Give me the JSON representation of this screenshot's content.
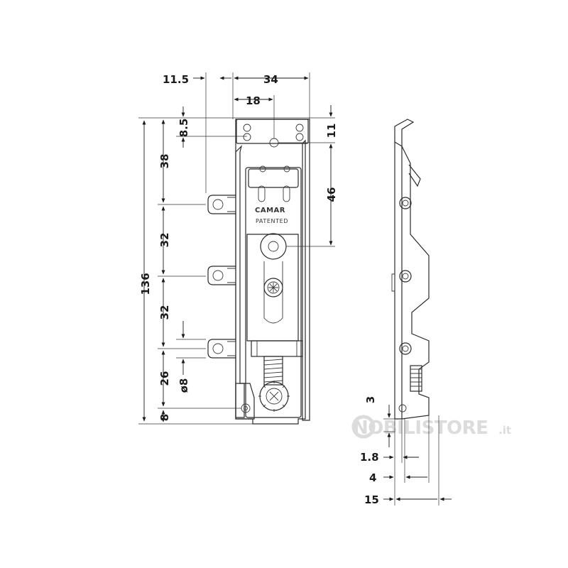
{
  "dimensions": {
    "overall_height": "136",
    "top_offset": "8.5",
    "seg_38": "38",
    "seg_32_upper": "32",
    "seg_32_lower": "32",
    "seg_26": "26",
    "seg_8": "8",
    "hole_dia": "ø8",
    "width_11_5": "11.5",
    "width_34": "34",
    "width_18": "18",
    "right_11": "11",
    "right_46": "46",
    "side_3": "3",
    "side_1_8": "1.8",
    "side_4": "4",
    "side_15": "15"
  },
  "part_labels": {
    "brand": "CAMAR",
    "stamp": "PATENTED"
  },
  "watermark": {
    "name": "NOBILISTORE",
    "domain": ".it"
  },
  "colors": {
    "line": "#2a2a2a",
    "watermark": "#dcdcdc"
  }
}
